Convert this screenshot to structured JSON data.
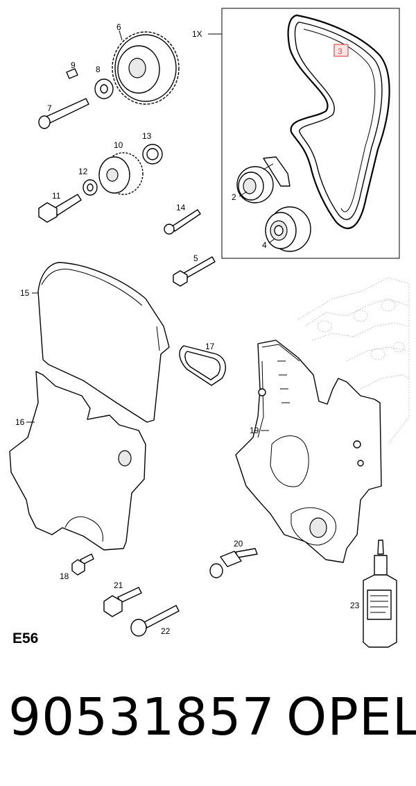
{
  "diagram": {
    "kit_quantity": "1X",
    "highlighted_callout": "3",
    "callouts": {
      "p1": "1",
      "p2": "2",
      "p3": "3",
      "p4": "4",
      "p5": "5",
      "p6": "6",
      "p7": "7",
      "p8": "8",
      "p9": "9",
      "p10": "10",
      "p11": "11",
      "p12": "12",
      "p13": "13",
      "p14": "14",
      "p15": "15",
      "p16": "16",
      "p17": "17",
      "p18": "18",
      "p19": "19",
      "p20": "20",
      "p21": "21",
      "p22": "22",
      "p23": "23"
    },
    "diagram_code": "E56",
    "highlight_color": "#e05050"
  },
  "footer": {
    "part_number": "90531857",
    "brand": "OPEL"
  }
}
